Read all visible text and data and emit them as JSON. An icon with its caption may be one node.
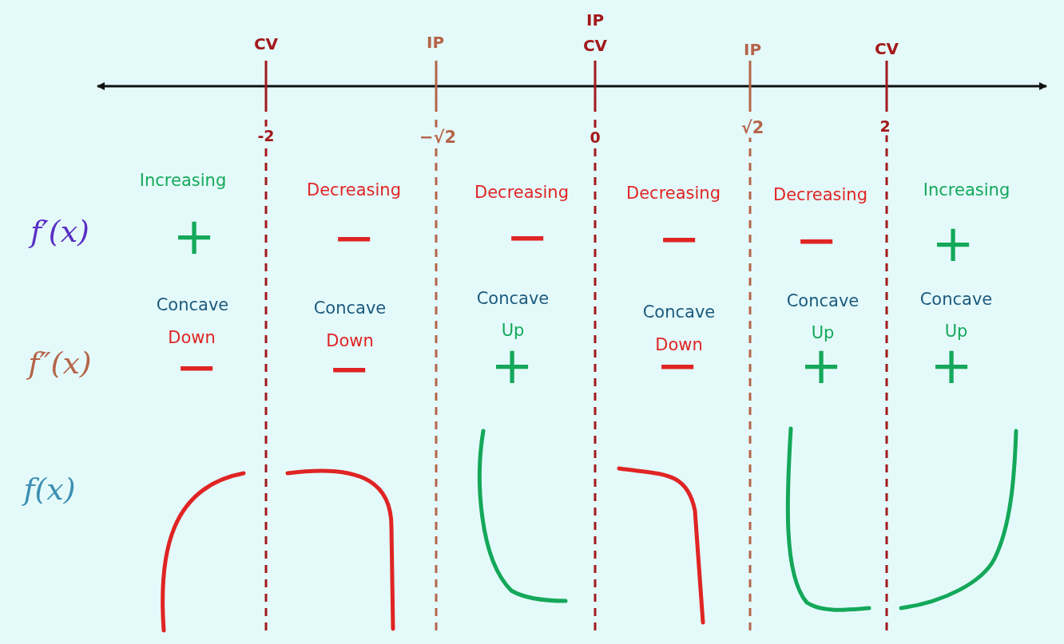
{
  "diagram": {
    "labels": [
      "IP",
      "CV",
      "IP",
      "CV",
      "IP",
      "CV",
      "-2",
      "−√2",
      "0",
      "√2",
      "2",
      "Increasing",
      "Decreasing",
      "Decreasing",
      "Decreasing",
      "Decreasing",
      "Increasing",
      "f′(x)",
      "+",
      "−",
      "−",
      "−",
      "−",
      "+",
      "Concave",
      "Down",
      "Concave",
      "Down",
      "Concave",
      "Up",
      "Concave",
      "Down",
      "Concave",
      "Up",
      "Concave",
      "Up",
      "f″(x)",
      "−",
      "−",
      "+",
      "−",
      "+",
      "+",
      "f(x)"
    ]
  }
}
